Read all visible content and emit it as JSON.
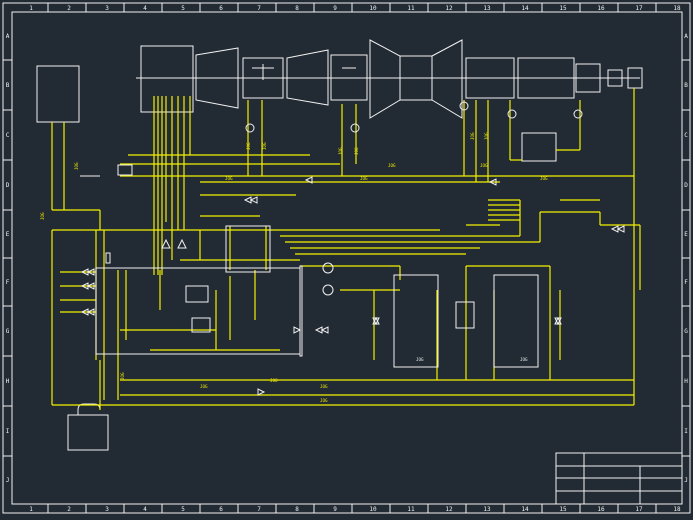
{
  "frame": {
    "columns": [
      "1",
      "2",
      "3",
      "4",
      "5",
      "6",
      "7",
      "8",
      "9",
      "10",
      "11",
      "12",
      "13",
      "14",
      "15",
      "16",
      "17",
      "18"
    ],
    "rows": [
      "A",
      "B",
      "C",
      "D",
      "E",
      "F",
      "G",
      "H",
      "I",
      "J"
    ]
  },
  "labels": {
    "l1": "JOG",
    "l2": "JOG",
    "l3": "JOG",
    "l4": "JOG",
    "l5": "JOG",
    "l6": "JOG",
    "l7": "JOG",
    "l8": "JOG",
    "l9": "JOG",
    "l10": "JOG",
    "l11": "JOG",
    "l12": "JOG",
    "l13": "JOG",
    "l14": "JOG",
    "l15": "JOG",
    "l16": "JOG",
    "l17": "JOG",
    "l18": "JOG",
    "l19": "JOG",
    "l20": "JOG"
  },
  "colors": {
    "background": "#222a33",
    "line": "#f3f000",
    "frame": "#f2f2f2"
  }
}
